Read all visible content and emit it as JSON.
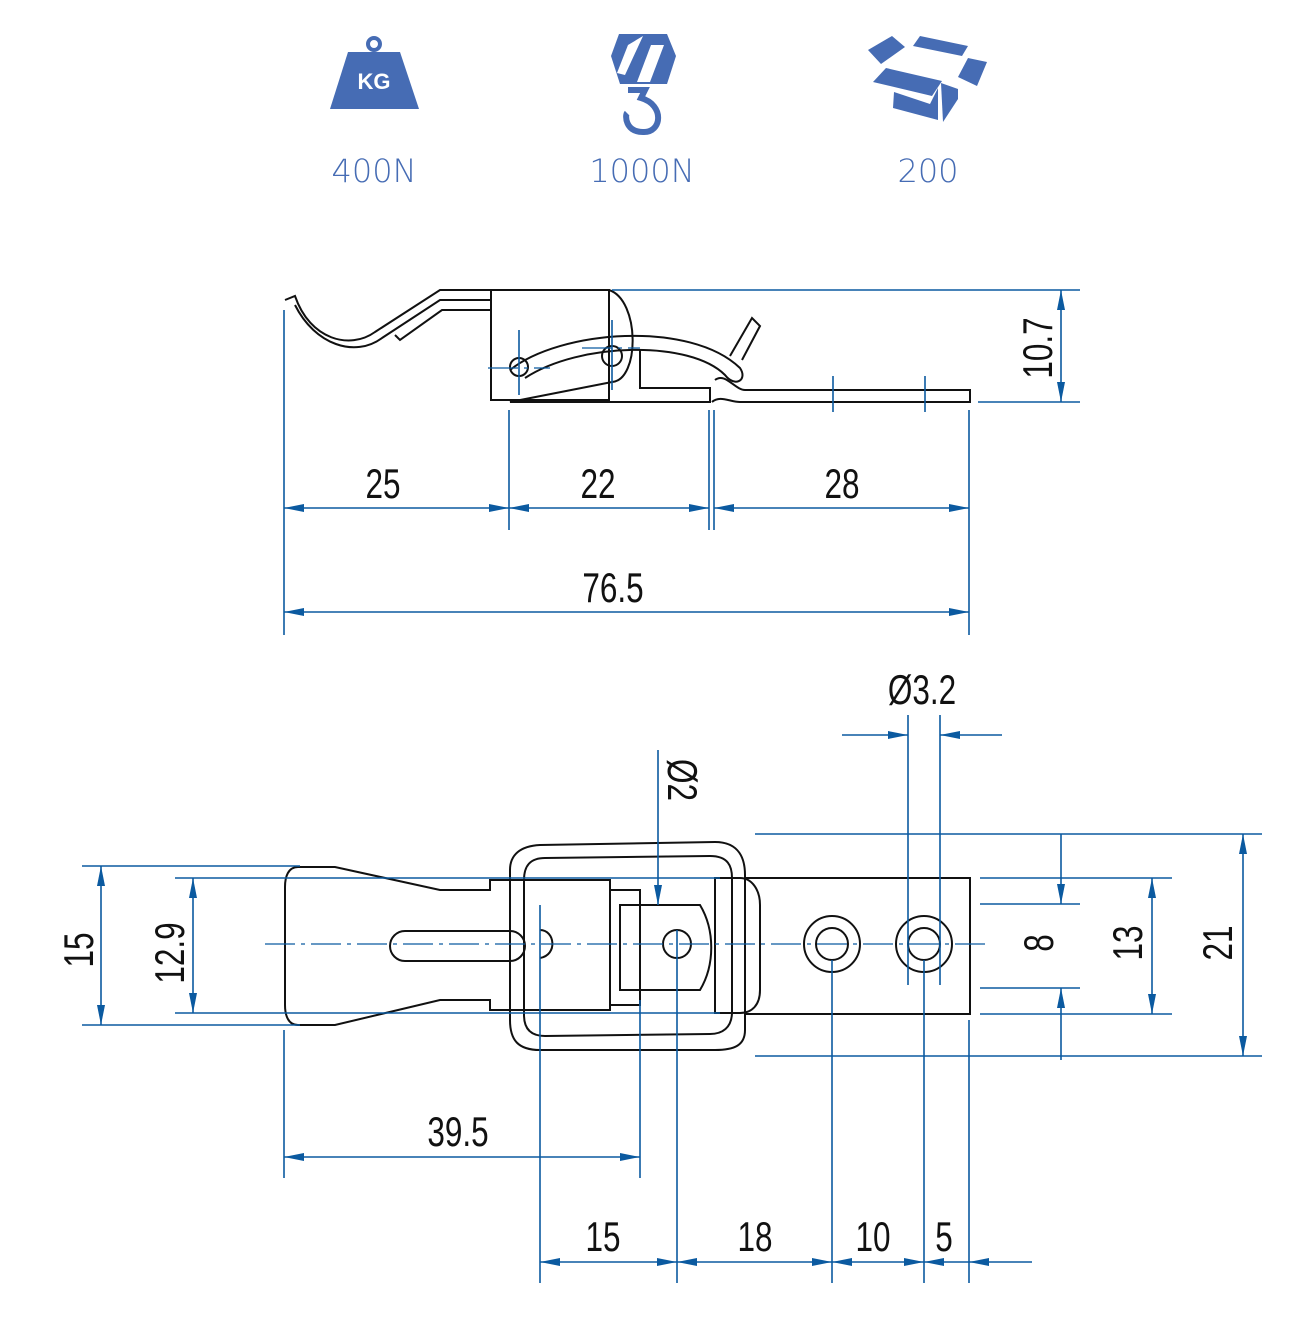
{
  "specs": [
    {
      "icon": "weight-kg-icon",
      "icon_label": "KG",
      "value": "400N"
    },
    {
      "icon": "crane-hook-icon",
      "value": "1000N"
    },
    {
      "icon": "open-box-icon",
      "value": "200"
    }
  ],
  "colors": {
    "icon": "#466cb4",
    "dimension": "#0b5aa0",
    "outline": "#111111"
  },
  "side_view": {
    "dims": {
      "a": "25",
      "b": "22",
      "c": "28",
      "total": "76.5",
      "height": "10.7"
    }
  },
  "top_view": {
    "dims": {
      "hole_dia": "Ø3.2",
      "pin_dia": "Ø2",
      "width_outer": "15",
      "width_inner": "12.9",
      "slot": "8",
      "plate": "13",
      "overall_width": "21",
      "pivot_len": "39.5",
      "x1": "15",
      "x2": "18",
      "x3": "10",
      "x4": "5"
    }
  }
}
